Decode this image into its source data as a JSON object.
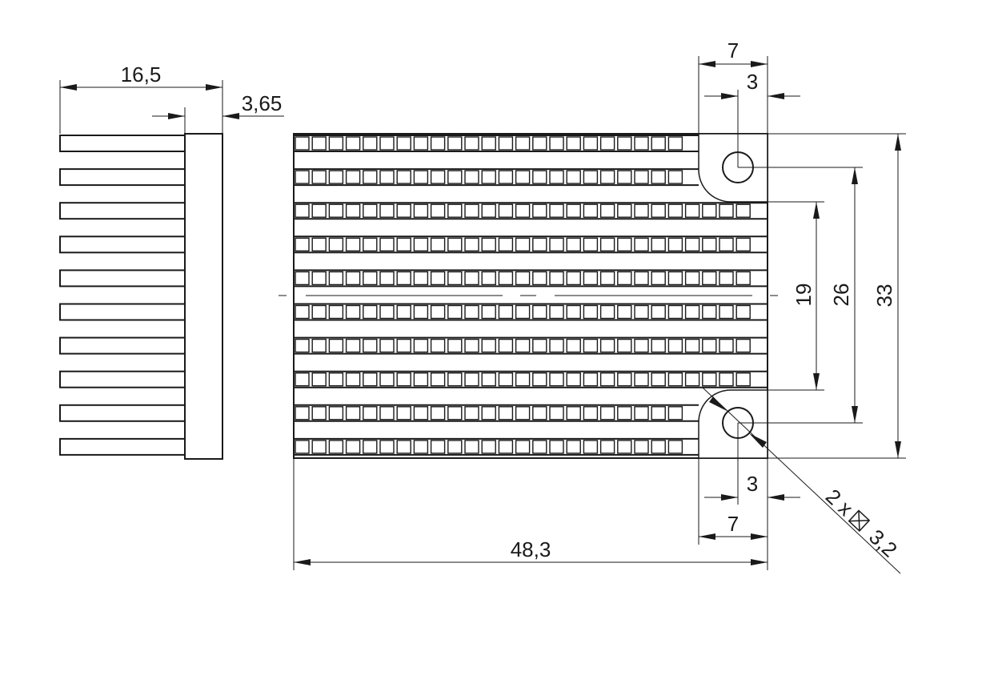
{
  "drawing": {
    "labels": {
      "side_height": "16,5",
      "base_thickness": "3,65",
      "tab_width_top": "7",
      "hole_offset_top": "3",
      "hole_offset_bottom": "3",
      "tab_width_bottom": "7",
      "overall_length": "48,3",
      "pin_row_span": "19",
      "hole_spacing": "26",
      "overall_width": "33",
      "hole_callout_count": "2 x",
      "hole_callout_size": "3,2"
    },
    "icons": {
      "hole_symbol": "crossed-square-icon"
    },
    "colors": {
      "line": "#1a1a1a",
      "background": "#ffffff"
    }
  }
}
